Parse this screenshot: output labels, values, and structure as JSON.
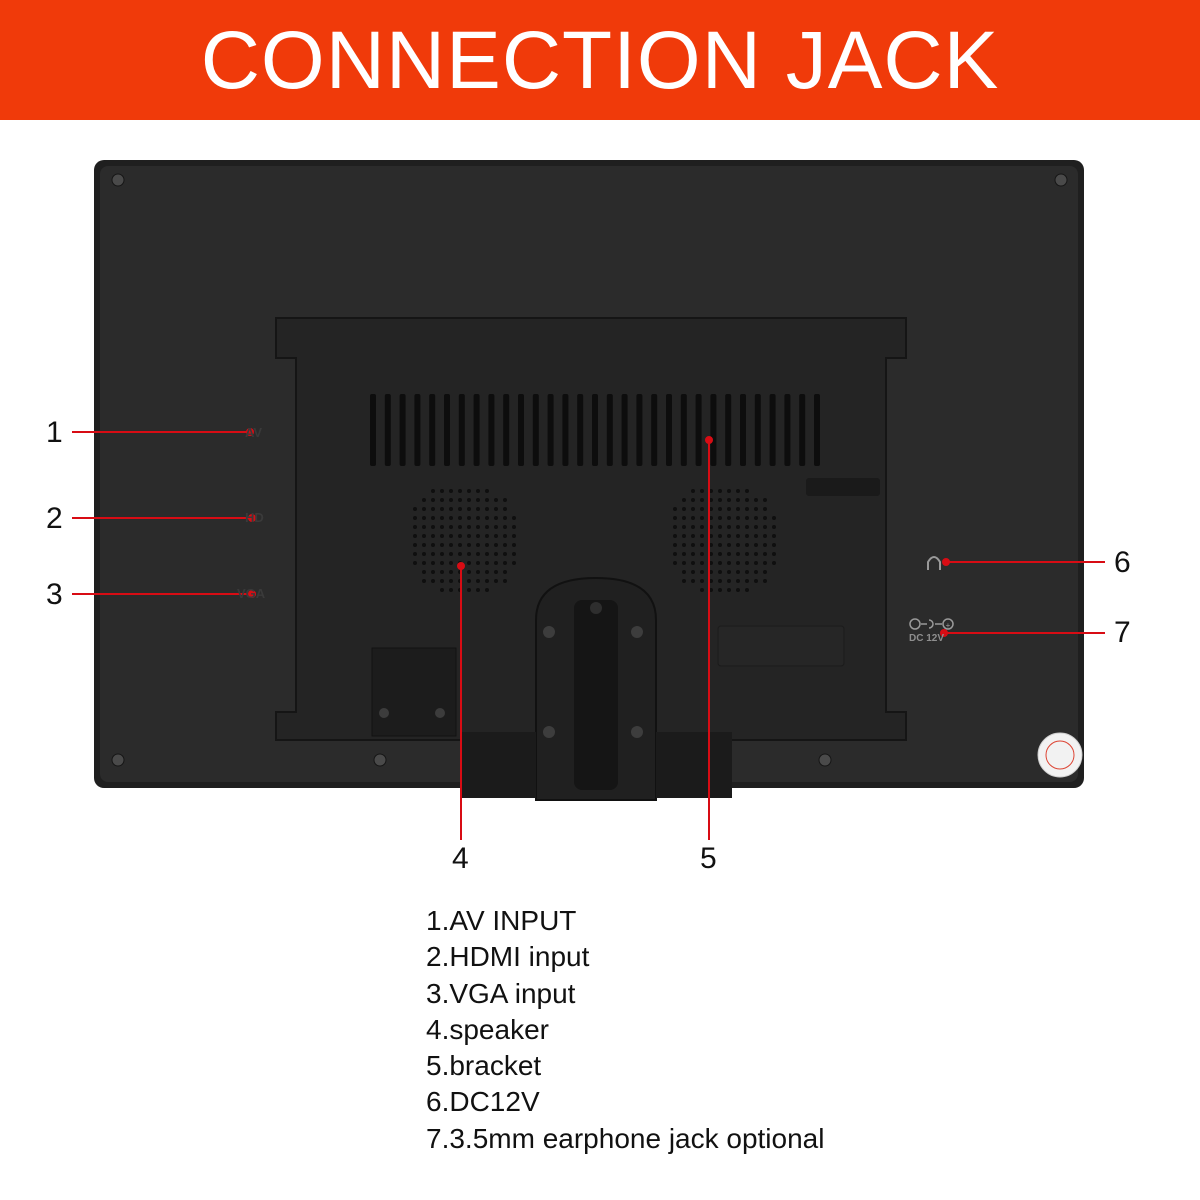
{
  "header": {
    "title": "CONNECTION JACK"
  },
  "callouts": [
    {
      "number": "1"
    },
    {
      "number": "2"
    },
    {
      "number": "3"
    },
    {
      "number": "4"
    },
    {
      "number": "5"
    },
    {
      "number": "6"
    },
    {
      "number": "7"
    }
  ],
  "port_labels": {
    "av": "AV",
    "hd": "HD",
    "vga": "VGA",
    "dc": "DC 12V"
  },
  "legend": [
    "1.AV INPUT",
    "2.HDMI input",
    "3.VGA input",
    "4.speaker",
    "5.bracket",
    "6.DC12V",
    "7.3.5mm earphone jack optional"
  ],
  "colors": {
    "banner": "#f03a0a",
    "callout_line": "#d80c14",
    "device_body": "#2a2a2a"
  }
}
